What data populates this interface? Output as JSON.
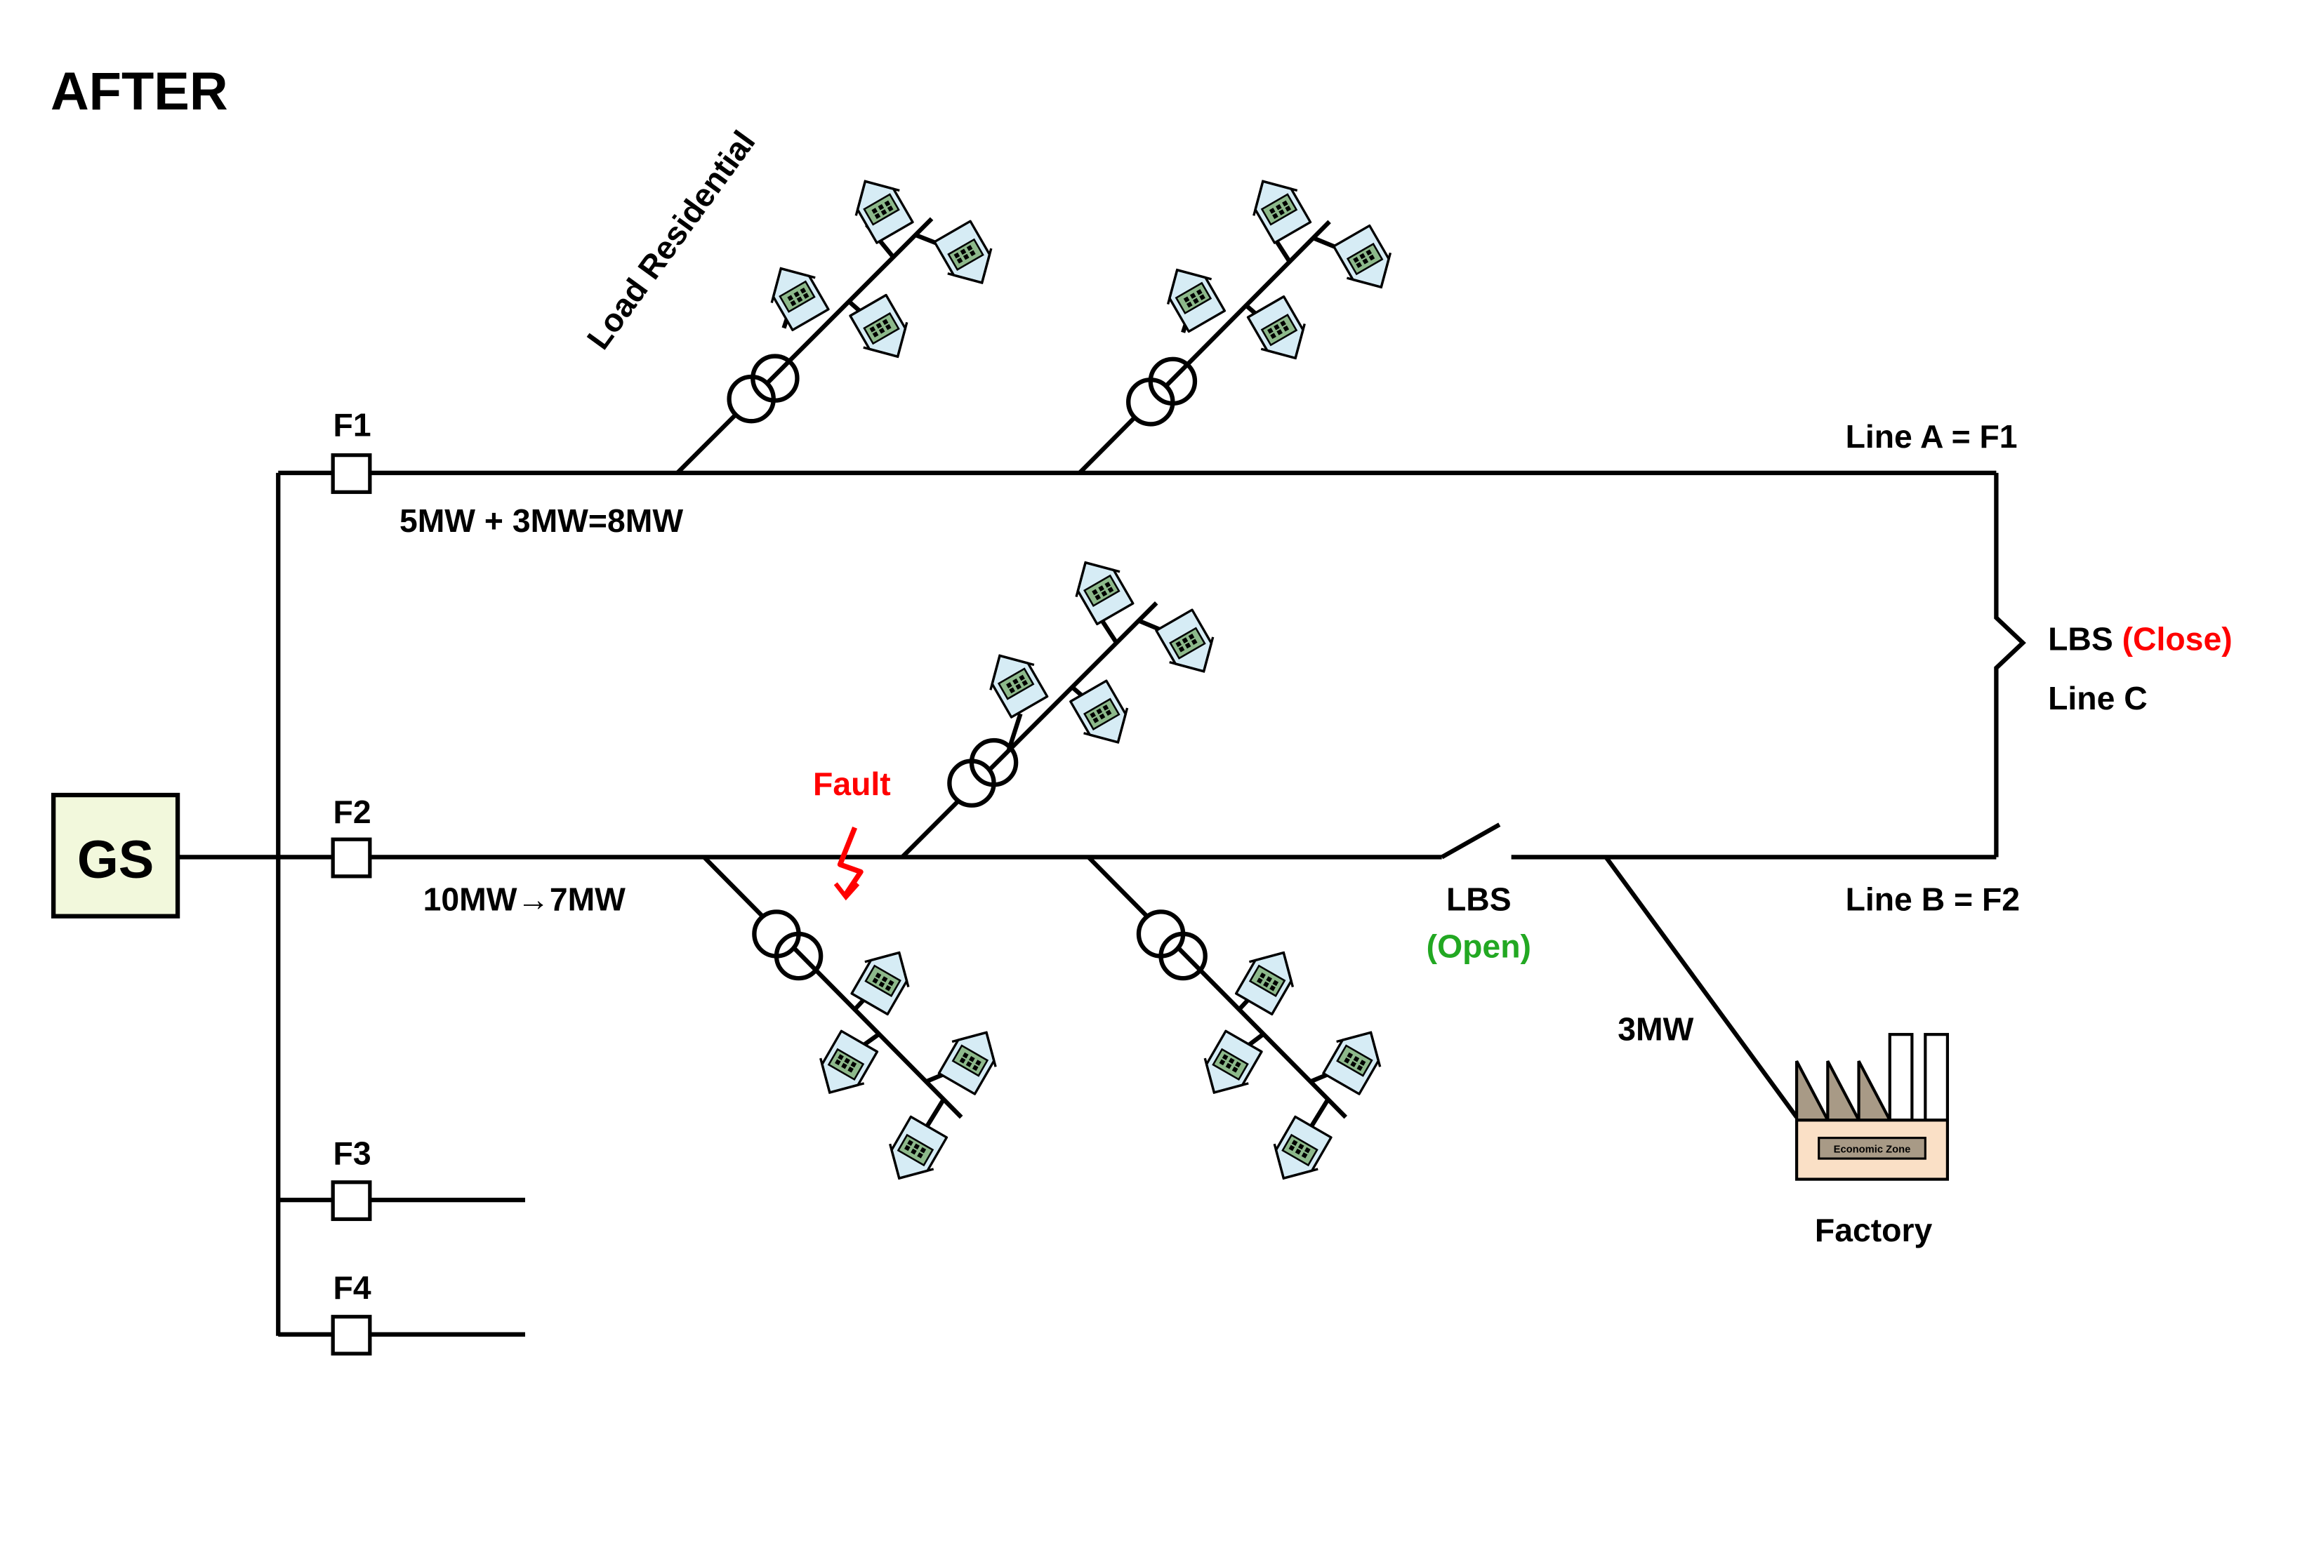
{
  "title": "AFTER",
  "source": {
    "label": "GS",
    "fill": "#F2F8DC"
  },
  "feeders": [
    {
      "id": "f1",
      "label": "F1"
    },
    {
      "id": "f2",
      "label": "F2"
    },
    {
      "id": "f3",
      "label": "F3"
    },
    {
      "id": "f4",
      "label": "F4"
    }
  ],
  "labels": {
    "load_residential": "Load Residential",
    "f1_load": "5MW + 3MW=8MW",
    "f2_load": "10MW→7MW",
    "fault": "Fault",
    "line_a": "Line A = F1",
    "line_b": "Line B = F2",
    "line_c": "Line C",
    "lbs_close_prefix": "LBS ",
    "lbs_close_state": "(Close)",
    "lbs_open_label": "LBS",
    "lbs_open_state": "(Open)",
    "factory_load": "3MW",
    "factory": "Factory",
    "economic_zone": "Economic Zone"
  },
  "colors": {
    "line": "#000000",
    "fault": "#FF0000",
    "closed_state": "#FF0000",
    "open_state": "#22A822",
    "house_fill": "#D6ECF5",
    "house_window": "#8DB98B",
    "factory_base": "#FAE0C6",
    "factory_roof": "#A89A86"
  },
  "icons": {
    "house": "house-icon",
    "transformer": "transformer-icon",
    "factory": "factory-icon",
    "fault": "lightning-bolt-icon",
    "switch": "load-break-switch-icon"
  }
}
